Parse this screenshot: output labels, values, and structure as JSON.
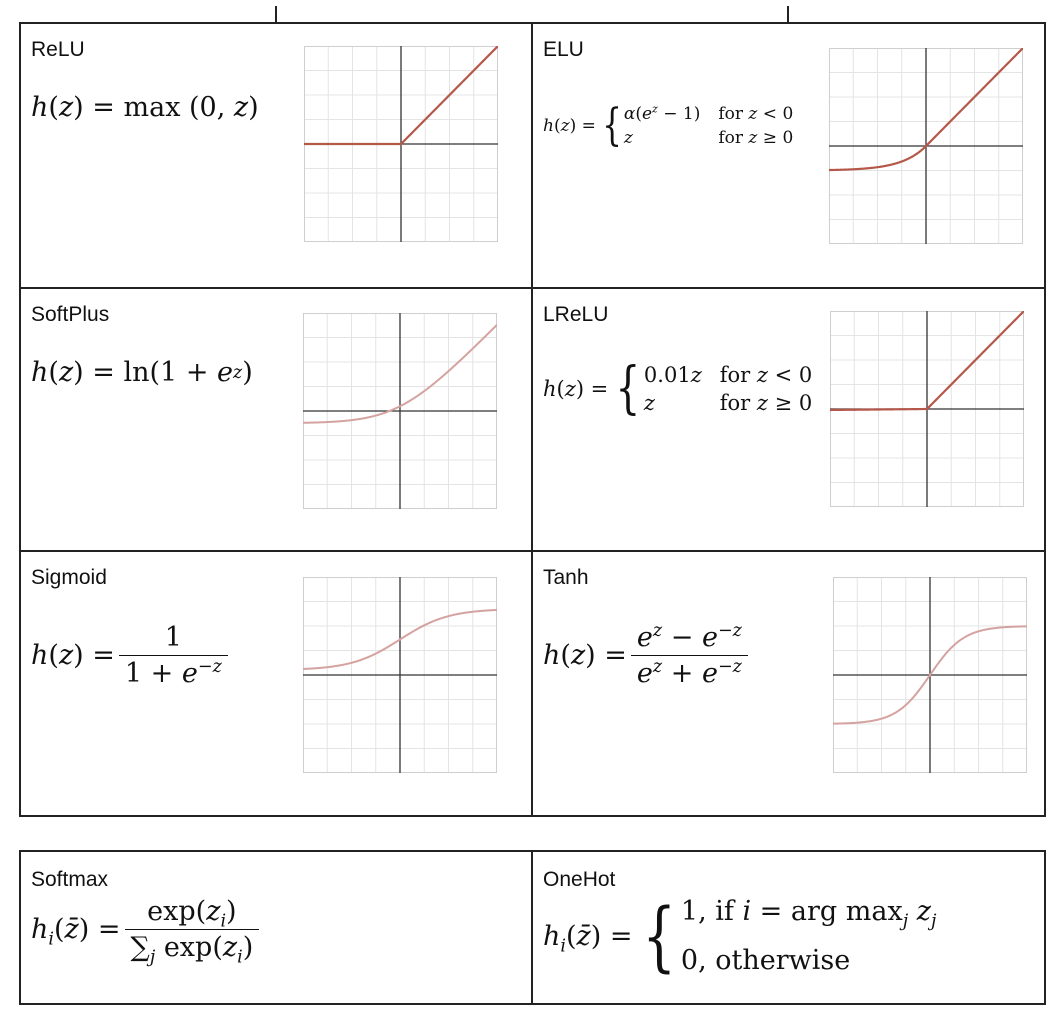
{
  "grid_cells": [
    {
      "title": "ReLU"
    },
    {
      "title": "ELU"
    },
    {
      "title": "SoftPlus"
    },
    {
      "title": "LReLU"
    },
    {
      "title": "Sigmoid"
    },
    {
      "title": "Tanh"
    }
  ],
  "bottom_cells": [
    {
      "title": "Softmax"
    },
    {
      "title": "OneHot"
    }
  ],
  "formulas": {
    "relu": "h(z) = max (0, z)",
    "elu_lhs": "h(z) =",
    "elu_case1_expr": "α(e^z − 1)",
    "elu_case1_cond": "for z < 0",
    "elu_case2_expr": "z",
    "elu_case2_cond": "for z ≥ 0",
    "softplus": "h(z) = ln(1 + e^z)",
    "lrelu_lhs": "h(z) =",
    "lrelu_case1_expr": "0.01z",
    "lrelu_case1_cond": "for z < 0",
    "lrelu_case2_expr": "z",
    "lrelu_case2_cond": "for z ≥ 0",
    "sigmoid_lhs": "h(z) =",
    "sigmoid_num": "1",
    "sigmoid_den": "1 + e^−z",
    "tanh_lhs": "h(z) =",
    "tanh_num": "e^z − e^−z",
    "tanh_den": "e^z + e^−z",
    "softmax_lhs": "h_i(z̄) =",
    "softmax_num": "exp(z_i)",
    "softmax_den": "∑_j exp(z_i)",
    "onehot_lhs": "h_i(z̄) =",
    "onehot_case1": "1, if i = arg max_j z_j",
    "onehot_case2": "0, otherwise"
  },
  "colors": {
    "relu_curve": "#b5584a",
    "soft_curve": "#d4a3a0",
    "grid": "#e4e4e4",
    "axis": "#333333"
  }
}
